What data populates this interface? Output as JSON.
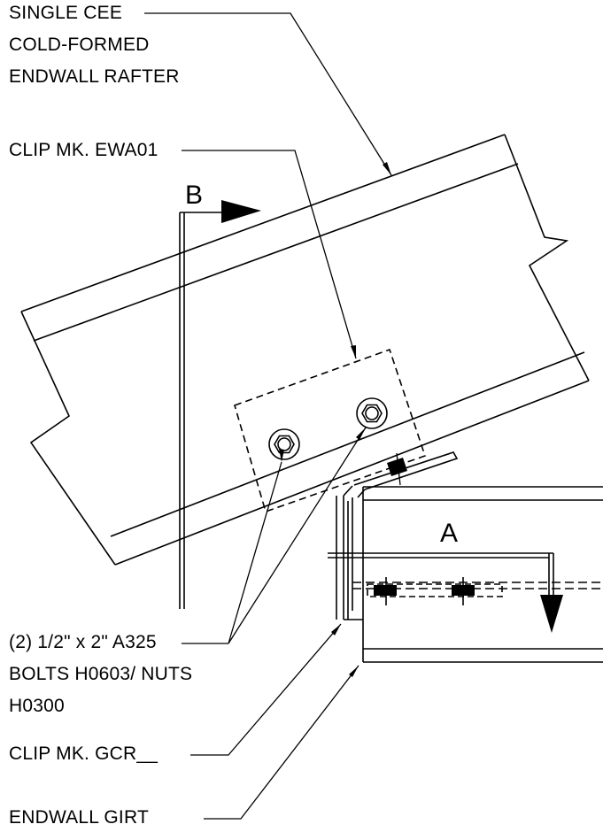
{
  "labels": {
    "rafter": [
      "SINGLE CEE",
      "COLD-FORMED",
      "ENDWALL RAFTER"
    ],
    "clip_ewa": "CLIP MK. EWA01",
    "bolts": [
      "(2) 1/2\" x 2\" A325",
      "BOLTS H0603/ NUTS",
      "H0300"
    ],
    "clip_gcr": "CLIP MK. GCR__",
    "girt": "ENDWALL GIRT"
  },
  "section_marks": {
    "a": "A",
    "b": "B"
  }
}
